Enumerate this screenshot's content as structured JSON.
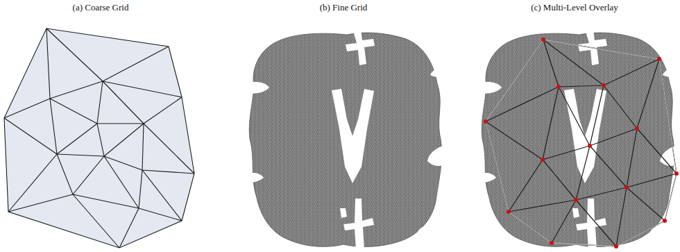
{
  "diagram": {
    "labels": [
      "(a) Coarse Grid",
      "(b) Fine Grid",
      "(c) Multi-Level Overlay"
    ]
  }
}
